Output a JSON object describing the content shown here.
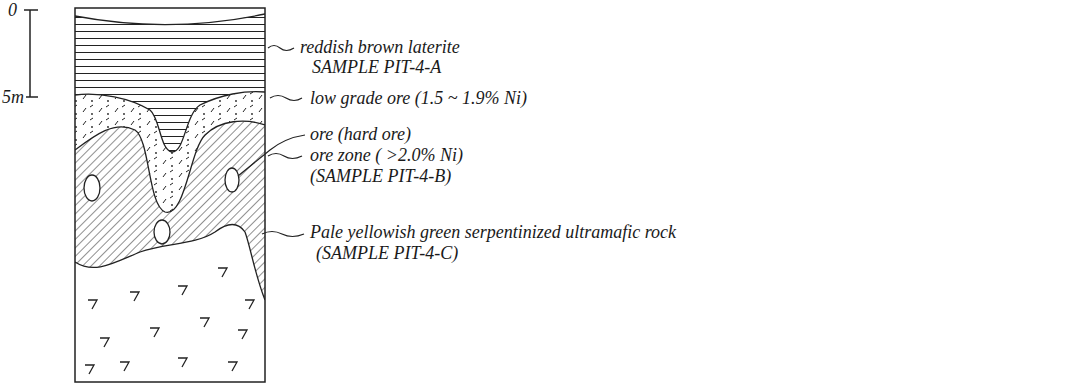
{
  "diagram": {
    "labels": [
      "0",
      "5m",
      "reddish brown laterite",
      "SAMPLE PIT-4-A",
      "low grade ore (1.5 ~ 1.9% Ni)",
      "ore (hard ore)",
      "ore zone ( >2.0% Ni)",
      "(SAMPLE PIT-4-B)",
      "Pale yellowish green serpentinized ultramafic rock",
      "(SAMPLE PIT-4-C)"
    ]
  }
}
